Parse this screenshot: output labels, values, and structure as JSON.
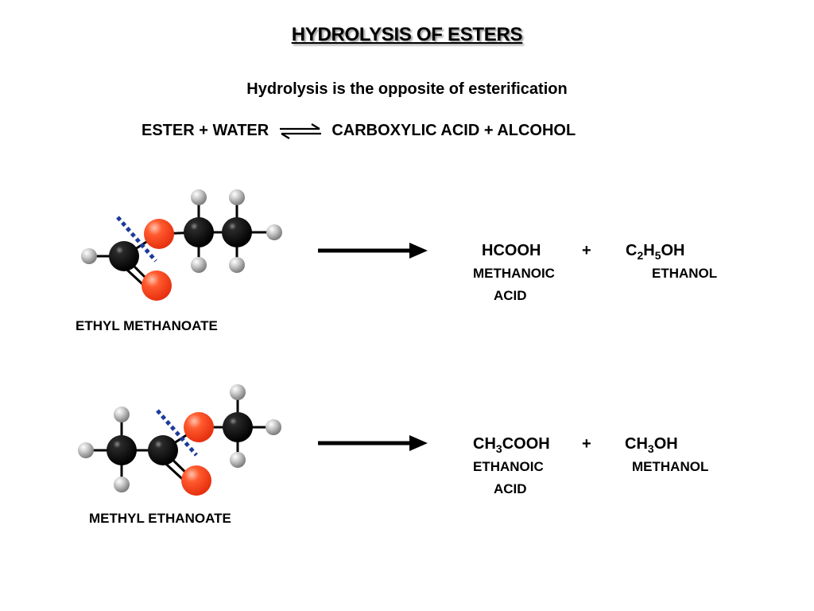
{
  "title": "HYDROLYSIS OF ESTERS",
  "subtitle": "Hydrolysis is the opposite of esterification",
  "equation": {
    "reactants": "ESTER  +  WATER",
    "products": "CARBOXYLIC ACID  +  ALCOHOL"
  },
  "reactions": [
    {
      "ester_name": "ETHYL METHANOATE",
      "acid_formula": "HCOOH",
      "plus": "+",
      "alcohol_formula": {
        "a": "C",
        "b": "2",
        "c": "H",
        "d": "5",
        "e": "OH"
      },
      "acid_name_line1": "METHANOIC",
      "acid_name_line2": "ACID",
      "alcohol_name": "ETHANOL"
    },
    {
      "ester_name": "METHYL ETHANOATE",
      "acid_formula": {
        "a": "CH",
        "b": "3",
        "c": "COOH"
      },
      "plus": "+",
      "alcohol_formula": {
        "a": "CH",
        "b": "3",
        "c": "OH"
      },
      "acid_name_line1": "ETHANOIC",
      "acid_name_line2": "ACID",
      "alcohol_name": "METHANOL"
    }
  ],
  "colors": {
    "carbon": "#0a0a0a",
    "oxygen": "#ff3a1a",
    "hydrogen": "#bdbdbd",
    "bond": "#000000",
    "cleavage_line": "#1b3a9a"
  }
}
